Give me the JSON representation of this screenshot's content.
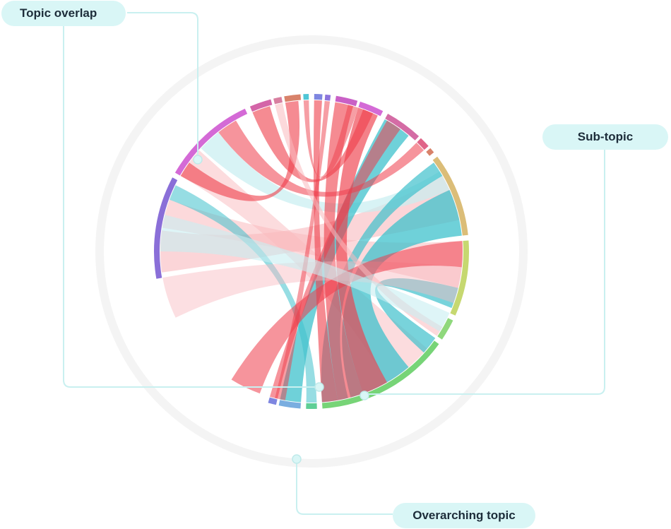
{
  "callouts": {
    "topic_overlap": "Topic overlap",
    "sub_topic": "Sub-topic",
    "overarching_topic": "Overarching topic"
  },
  "colors": {
    "callout_bg": "#d9f6f6",
    "callout_line": "#c9f0f0",
    "chord_red": "#ee3d4a",
    "chord_pink": "#f9b9be",
    "chord_teal": "#3fc1cc",
    "chord_light_teal": "#c8eef1"
  },
  "groups": [
    {
      "color": "#8a6fd8",
      "start": 260,
      "end": 298
    },
    {
      "color": "#d46ad6",
      "start": 300,
      "end": 335
    },
    {
      "color": "#d465a8",
      "start": 337,
      "end": 345
    },
    {
      "color": "#d87fa0",
      "start": 346,
      "end": 349
    },
    {
      "color": "#d8826a",
      "start": 350,
      "end": 356
    },
    {
      "color": "#4fc6d6",
      "start": 357,
      "end": 359
    },
    {
      "color": "#7e86e0",
      "start": 1,
      "end": 4
    },
    {
      "color": "#8d74dc",
      "start": 5,
      "end": 7
    },
    {
      "color": "#c960c6",
      "start": 9,
      "end": 17
    },
    {
      "color": "#d46ad6",
      "start": 18,
      "end": 27
    },
    {
      "color": "#d46ca5",
      "start": 29,
      "end": 43
    },
    {
      "color": "#e06488",
      "start": 44,
      "end": 48
    },
    {
      "color": "#d8826a",
      "start": 49,
      "end": 51
    },
    {
      "color": "#dbbd78",
      "start": 53,
      "end": 84
    },
    {
      "color": "#c6d870",
      "start": 86,
      "end": 114
    },
    {
      "color": "#8fd87c",
      "start": 116,
      "end": 124
    },
    {
      "color": "#77d477",
      "start": 126,
      "end": 176
    },
    {
      "color": "#5fcf96",
      "start": 178,
      "end": 182
    },
    {
      "color": "#7aaee0",
      "start": 184,
      "end": 192
    },
    {
      "color": "#7e86e0",
      "start": 193,
      "end": 196
    }
  ],
  "chords": [
    {
      "a": [
        262,
        278
      ],
      "b": [
        60,
        78
      ],
      "color": "#f9b9be",
      "opacity": 0.6
    },
    {
      "a": [
        279,
        290
      ],
      "b": [
        86,
        104
      ],
      "color": "#f9b9be",
      "opacity": 0.55
    },
    {
      "a": [
        300,
        312
      ],
      "b": [
        130,
        150
      ],
      "color": "#f9b9be",
      "opacity": 0.5
    },
    {
      "a": [
        313,
        322
      ],
      "b": [
        58,
        66
      ],
      "color": "#c8eef1",
      "opacity": 0.7
    },
    {
      "a": [
        66,
        84
      ],
      "b": [
        140,
        165
      ],
      "color": "#3fc1cc",
      "opacity": 0.75
    },
    {
      "a": [
        54,
        60
      ],
      "b": [
        166,
        176
      ],
      "color": "#3fc1cc",
      "opacity": 0.7
    },
    {
      "a": [
        29,
        40
      ],
      "b": [
        184,
        192
      ],
      "color": "#3fc1cc",
      "opacity": 0.75
    },
    {
      "a": [
        104,
        112
      ],
      "b": [
        125,
        132
      ],
      "color": "#3fc1cc",
      "opacity": 0.7
    },
    {
      "a": [
        18,
        26
      ],
      "b": [
        150,
        160
      ],
      "color": "#ee3d4a",
      "opacity": 0.65
    },
    {
      "a": [
        9,
        16
      ],
      "b": [
        160,
        170
      ],
      "color": "#ee3d4a",
      "opacity": 0.6
    },
    {
      "a": [
        350,
        355
      ],
      "b": [
        300,
        306
      ],
      "color": "#ee3d4a",
      "opacity": 0.6
    },
    {
      "a": [
        1,
        4
      ],
      "b": [
        170,
        176
      ],
      "color": "#ee3d4a",
      "opacity": 0.6
    },
    {
      "a": [
        337,
        344
      ],
      "b": [
        20,
        24
      ],
      "color": "#ee3d4a",
      "opacity": 0.6
    },
    {
      "a": [
        322,
        330
      ],
      "b": [
        44,
        48
      ],
      "color": "#ee3d4a",
      "opacity": 0.55
    },
    {
      "a": [
        290,
        296
      ],
      "b": [
        178,
        182
      ],
      "color": "#3fc1cc",
      "opacity": 0.55
    },
    {
      "a": [
        244,
        260
      ],
      "b": [
        96,
        110
      ],
      "color": "#f9b9be",
      "opacity": 0.45
    },
    {
      "a": [
        86,
        96
      ],
      "b": [
        200,
        212
      ],
      "color": "#ee3d4a",
      "opacity": 0.55
    },
    {
      "a": [
        193,
        196
      ],
      "b": [
        30,
        36
      ],
      "color": "#ee3d4a",
      "opacity": 0.55
    },
    {
      "a": [
        5,
        7
      ],
      "b": [
        190,
        194
      ],
      "color": "#ee3d4a",
      "opacity": 0.5
    },
    {
      "a": [
        357,
        359
      ],
      "b": [
        14,
        18
      ],
      "color": "#ee3d4a",
      "opacity": 0.5
    },
    {
      "a": [
        346,
        349
      ],
      "b": [
        120,
        124
      ],
      "color": "#f9b9be",
      "opacity": 0.55
    },
    {
      "a": [
        270,
        284
      ],
      "b": [
        114,
        122
      ],
      "color": "#c8eef1",
      "opacity": 0.6
    }
  ]
}
